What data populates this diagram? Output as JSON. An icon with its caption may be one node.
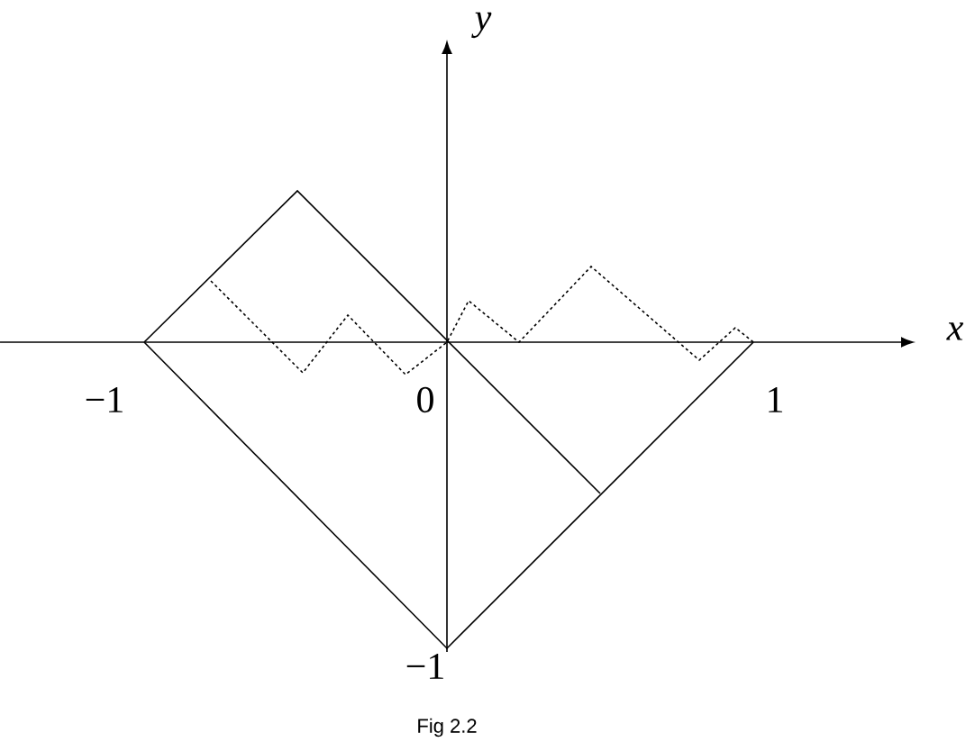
{
  "diagram": {
    "caption": "Fig 2.2",
    "labels": [
      "y",
      "x",
      "−1",
      "0",
      "1",
      "−1"
    ]
  }
}
